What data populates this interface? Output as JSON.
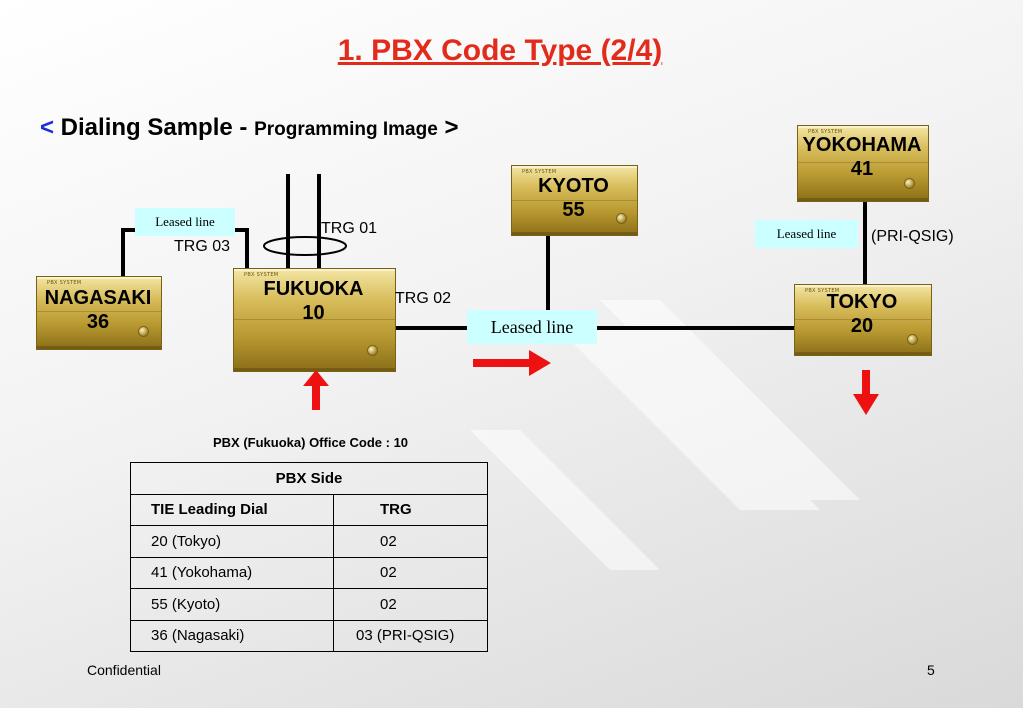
{
  "title": "1. PBX Code Type (2/4)",
  "subtitle": {
    "open": "<",
    "main": " Dialing Sample - ",
    "small": "Programming Image",
    "close": " >"
  },
  "nodes": {
    "nagasaki": {
      "name": "NAGASAKI",
      "code": "36"
    },
    "fukuoka": {
      "name": "FUKUOKA",
      "code": "10"
    },
    "kyoto": {
      "name": "KYOTO",
      "code": "55"
    },
    "yokohama": {
      "name": "YOKOHAMA",
      "code": "41"
    },
    "tokyo": {
      "name": "TOKYO",
      "code": "20"
    }
  },
  "links": {
    "leased_left": "Leased line",
    "leased_center": "Leased line",
    "leased_right": "Leased line",
    "trg01": "TRG 01",
    "trg02": "TRG 02",
    "trg03": "TRG 03",
    "pri_qsig": "(PRI-QSIG)"
  },
  "office_code_note": "PBX (Fukuoka) Office Code  : 10",
  "table": {
    "header": "PBX Side",
    "col1": "TIE Leading Dial",
    "col2": "TRG",
    "rows": [
      {
        "dial": "20 (Tokyo)",
        "trg": "02"
      },
      {
        "dial": "41 (Yokohama)",
        "trg": "02"
      },
      {
        "dial": "55 (Kyoto)",
        "trg": "02"
      },
      {
        "dial": "36 (Nagasaki)",
        "trg": "03 (PRI-QSIG)"
      }
    ]
  },
  "footer": {
    "left": "Confidential",
    "page": "5"
  },
  "colors": {
    "title": "#e32b1c",
    "arrow": "#ee1111",
    "leased_box": "#ccffff",
    "subtitle_bracket": "#1a2fd6"
  }
}
